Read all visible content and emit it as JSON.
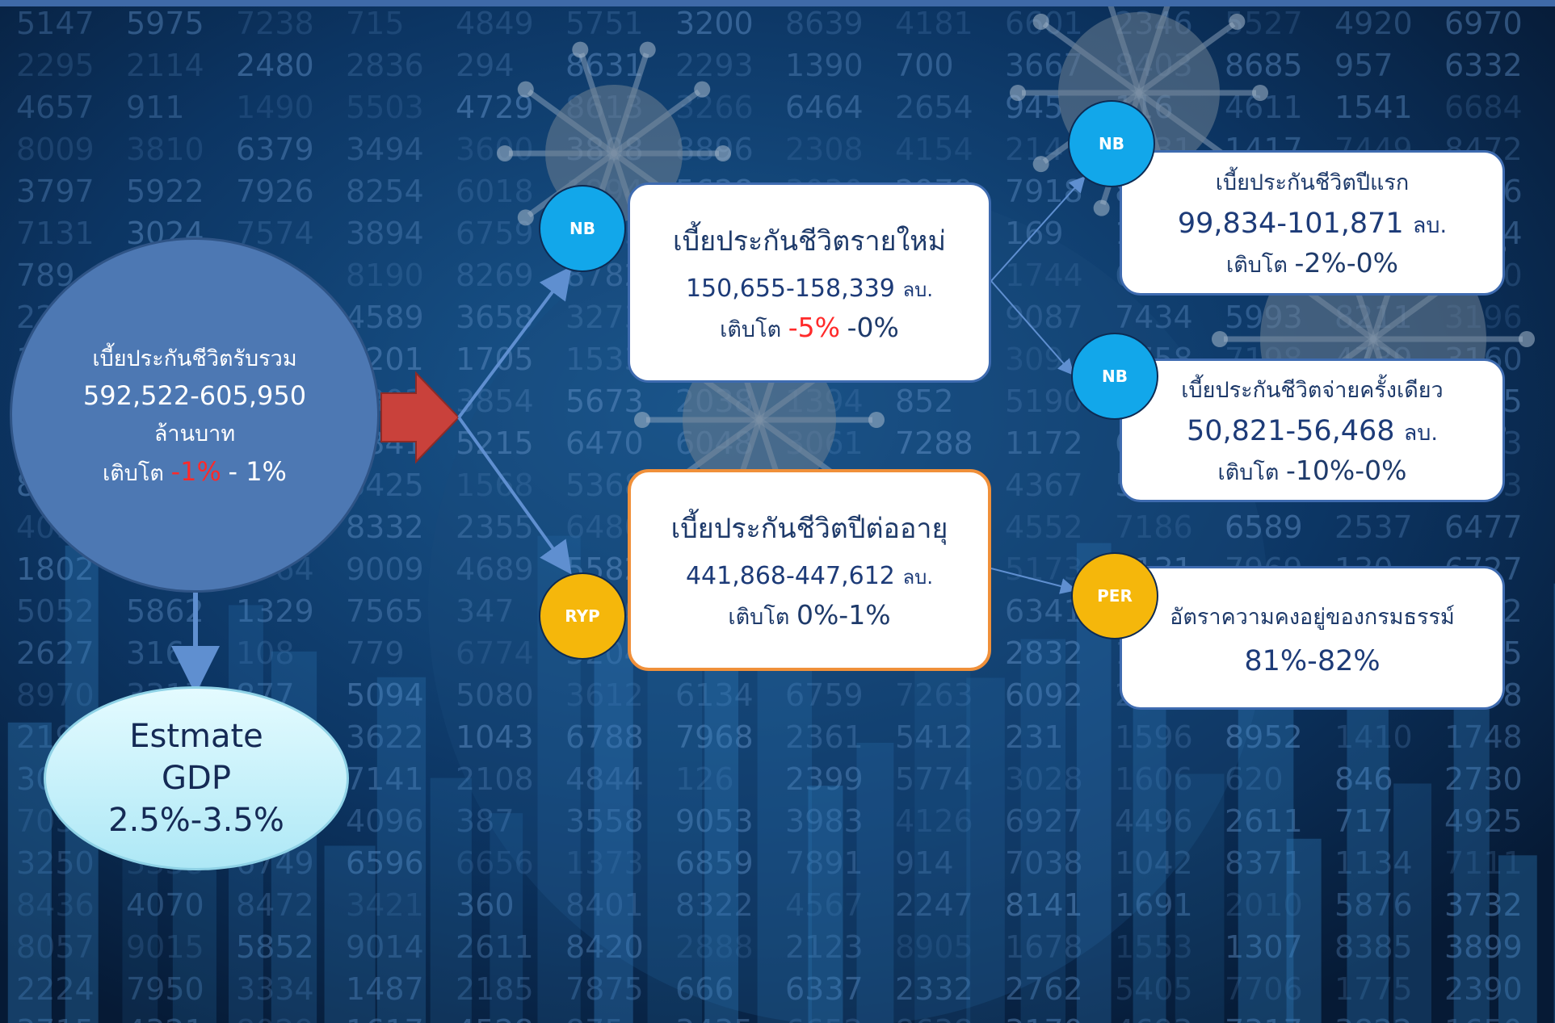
{
  "total_premium": {
    "label": "เบี้ยประกันชีวิตรับรวม",
    "value": "592,522-605,950",
    "unit": "ล้านบาท",
    "growth_label": "เติบโต",
    "growth_low": "-1%",
    "growth_high": "- 1%"
  },
  "gdp": {
    "line1": "Estmate",
    "line2": "GDP",
    "line3": "2.5%-3.5%"
  },
  "new_business": {
    "badge": "NB",
    "title": "เบี้ยประกันชีวิตรายใหม่",
    "value": "150,655-158,339",
    "unit": "ลบ.",
    "growth_label": "เติบโต",
    "growth_low": "-5%",
    "growth_high": "-0%"
  },
  "renewal": {
    "badge": "RYP",
    "title": "เบี้ยประกันชีวิตปีต่ออายุ",
    "value": "441,868-447,612",
    "unit": "ลบ.",
    "growth_label": "เติบโต",
    "growth": "0%-1%"
  },
  "first_year": {
    "badge": "NB",
    "title": "เบี้ยประกันชีวิตปีแรก",
    "value": "99,834-101,871",
    "unit": "ลบ.",
    "growth_label": "เติบโต",
    "growth": "-2%-0%"
  },
  "single_premium": {
    "badge": "NB",
    "title": "เบี้ยประกันชีวิตจ่ายครั้งเดียว",
    "value": "50,821-56,468",
    "unit": "ลบ.",
    "growth_label": "เติบโต",
    "growth": "-10%-0%"
  },
  "persistency": {
    "badge": "PER",
    "title": "อัตราความคงอยู่ของกรมธรรม์",
    "value": "81%-82%"
  },
  "colors": {
    "background": "#08203f",
    "circle": "#4d78b3",
    "nb_badge": "#12a7ea",
    "ryp_badge": "#f5b70b",
    "arrow": "#c9413b",
    "box_border": "#3e6bb0",
    "box_border_highlight": "#f0903a",
    "negative": "#ff2a2a"
  }
}
